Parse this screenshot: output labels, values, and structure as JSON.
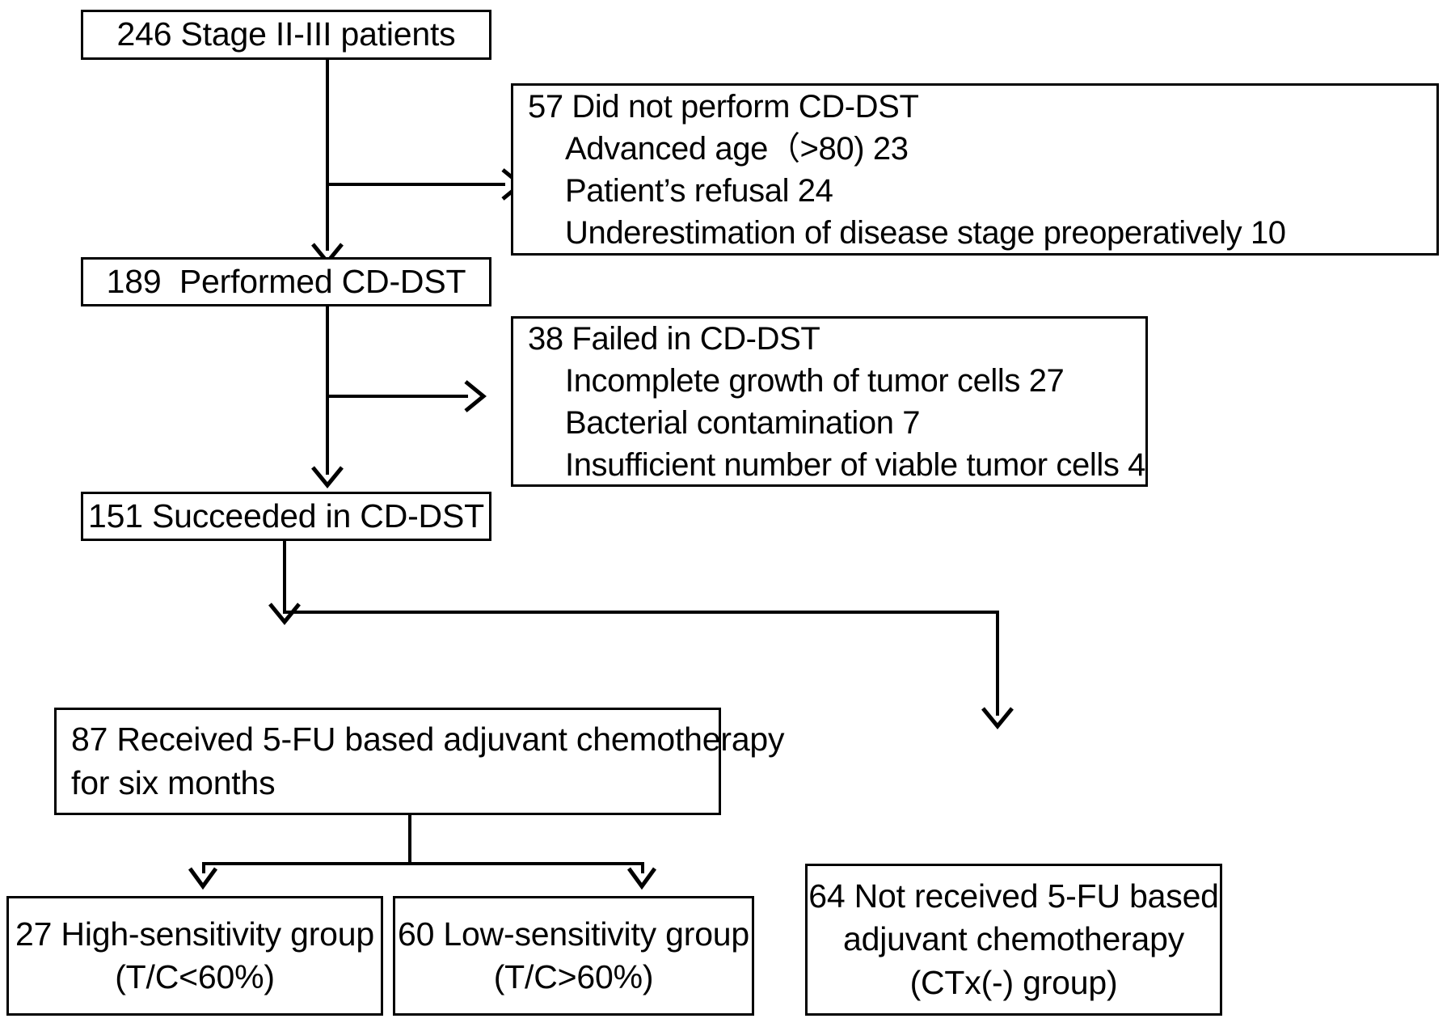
{
  "diagram": {
    "title": "CD-DST patient enrollment flow",
    "type": "flowchart",
    "stroke_color": "#000000",
    "background_color": "#ffffff",
    "nodes": {
      "enrolled": {
        "lines": [
          "246 Stage II-III patients"
        ]
      },
      "excluded_no_test": {
        "lines": [
          "57 Did not perform CD-DST",
          "Advanced age（>80) 23",
          "Patient’s refusal 24",
          "Underestimation of disease stage preoperatively 10"
        ]
      },
      "performed": {
        "lines": [
          "189  Performed CD-DST"
        ]
      },
      "excluded_failed": {
        "lines": [
          "38 Failed in CD-DST",
          "Incomplete growth of tumor cells 27",
          "Bacterial contamination 7",
          "Insufficient number of viable tumor cells 4"
        ]
      },
      "succeeded": {
        "lines": [
          "151 Succeeded in CD-DST"
        ]
      },
      "received_chemo": {
        "lines": [
          "87 Received 5-FU based adjuvant chemotherapy",
          "for six months"
        ]
      },
      "high_sensitivity": {
        "lines": [
          "27 High-sensitivity group",
          "(T/C<60%)"
        ]
      },
      "low_sensitivity": {
        "lines": [
          "60 Low-sensitivity group",
          "(T/C>60%)"
        ]
      },
      "not_received_chemo": {
        "lines": [
          "64 Not received 5-FU based",
          "adjuvant chemotherapy",
          "(CTx(-) group)"
        ]
      }
    }
  }
}
